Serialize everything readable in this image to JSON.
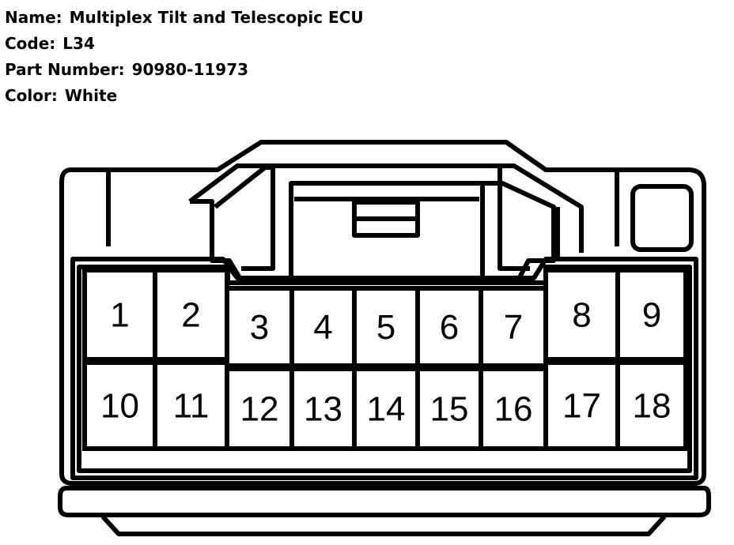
{
  "header": {
    "name_key": "Name:",
    "name_value": "Multiplex Tilt and Telescopic ECU",
    "code_key": "Code:",
    "code_value": "L34",
    "part_key": "Part Number:",
    "part_value": "90980-11973",
    "color_key": "Color:",
    "color_value": "White"
  },
  "connector": {
    "pins": [
      "1",
      "2",
      "3",
      "4",
      "5",
      "6",
      "7",
      "8",
      "9",
      "10",
      "11",
      "12",
      "13",
      "14",
      "15",
      "16",
      "17",
      "18"
    ],
    "line_color": "#000000",
    "fill_color": "#ffffff"
  }
}
